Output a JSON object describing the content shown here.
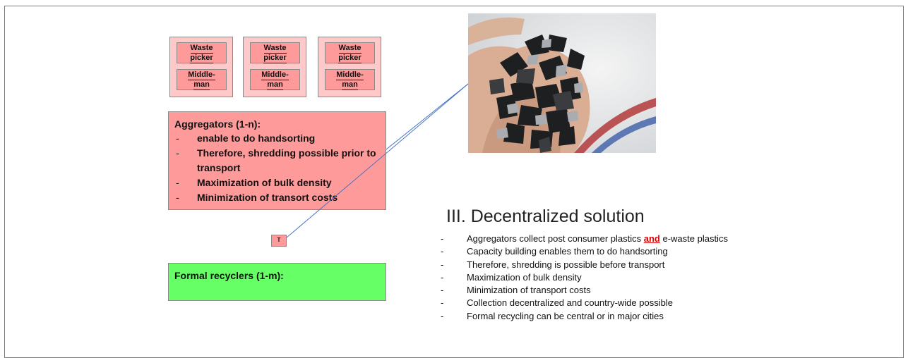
{
  "groups": [
    {
      "top": "Waste picker",
      "bottom": "Middle-man",
      "top_lines": [
        "Waste",
        "picker"
      ],
      "bottom_lines": [
        "Middle-",
        "man"
      ]
    },
    {
      "top": "Waste picker",
      "bottom": "Middle-man",
      "top_lines": [
        "Waste",
        "picker"
      ],
      "bottom_lines": [
        "Middle-",
        "man"
      ]
    },
    {
      "top": "Waste picker",
      "bottom": "Middle-man",
      "top_lines": [
        "Waste",
        "picker"
      ],
      "bottom_lines": [
        "Middle-",
        "man"
      ]
    }
  ],
  "aggregators": {
    "title": "Aggregators (1-n):",
    "items": [
      "enable to do handsorting",
      "Therefore, shredding possible prior to transport",
      "Maximization of bulk density",
      "Minimization of transort costs"
    ]
  },
  "transport_label": "T",
  "formal": {
    "label": "Formal recyclers (1-m):"
  },
  "photo": {
    "description_icon": "shredded-plastic-photo"
  },
  "solution": {
    "heading": "III. Decentralized solution",
    "first_item": {
      "before": "Aggregators collect post consumer plastics ",
      "highlight": "and",
      "after": " e-waste plastics"
    },
    "items": [
      "Capacity building enables them to do handsorting",
      "Therefore, shredding is possible before transport",
      "Maximization of bulk density",
      "Minimization of transport costs",
      "Collection decentralized and country-wide possible",
      "Formal recycling can be central or in major cities"
    ]
  },
  "colors": {
    "group_bg": "#ffc9c9",
    "cell_bg": "#ff9a9a",
    "aggregator_bg": "#ff9a9a",
    "formal_bg": "#66ff66",
    "highlight": "#e00000",
    "connector": "#4472c4"
  }
}
